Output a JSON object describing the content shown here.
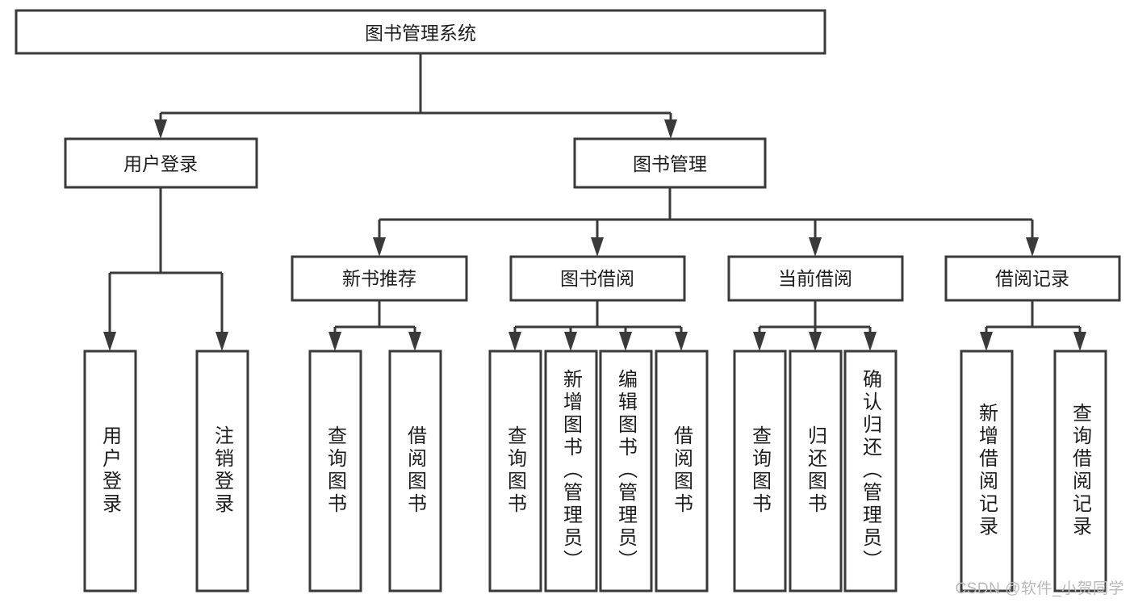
{
  "diagram": {
    "type": "tree",
    "title": "图书管理系统",
    "watermark": "CSDN @软件_小贺同学",
    "colors": {
      "stroke": "#3a3a3a",
      "fill": "#ffffff",
      "text": "#1d1d1d",
      "watermark": "#b9b9b9"
    },
    "levels": {
      "root": {
        "label": "图书管理系统"
      },
      "level2": [
        {
          "label": "用户登录"
        },
        {
          "label": "图书管理"
        }
      ],
      "level3": [
        {
          "label": "新书推荐"
        },
        {
          "label": "图书借阅"
        },
        {
          "label": "当前借阅"
        },
        {
          "label": "借阅记录"
        }
      ],
      "leaves": {
        "user_login": [
          {
            "label": "用户登录"
          },
          {
            "label": "注销登录"
          }
        ],
        "new_book": [
          {
            "label": "查询图书"
          },
          {
            "label": "借阅图书"
          }
        ],
        "borrow_book": [
          {
            "label": "查询图书"
          },
          {
            "label": "新增图书（管理员）"
          },
          {
            "label": "编辑图书（管理员）"
          },
          {
            "label": "借阅图书"
          }
        ],
        "current_borrow": [
          {
            "label": "查询图书"
          },
          {
            "label": "归还图书"
          },
          {
            "label": "确认归还（管理员）"
          }
        ],
        "borrow_record": [
          {
            "label": "新增借阅记录"
          },
          {
            "label": "查询借阅记录"
          }
        ]
      }
    }
  }
}
